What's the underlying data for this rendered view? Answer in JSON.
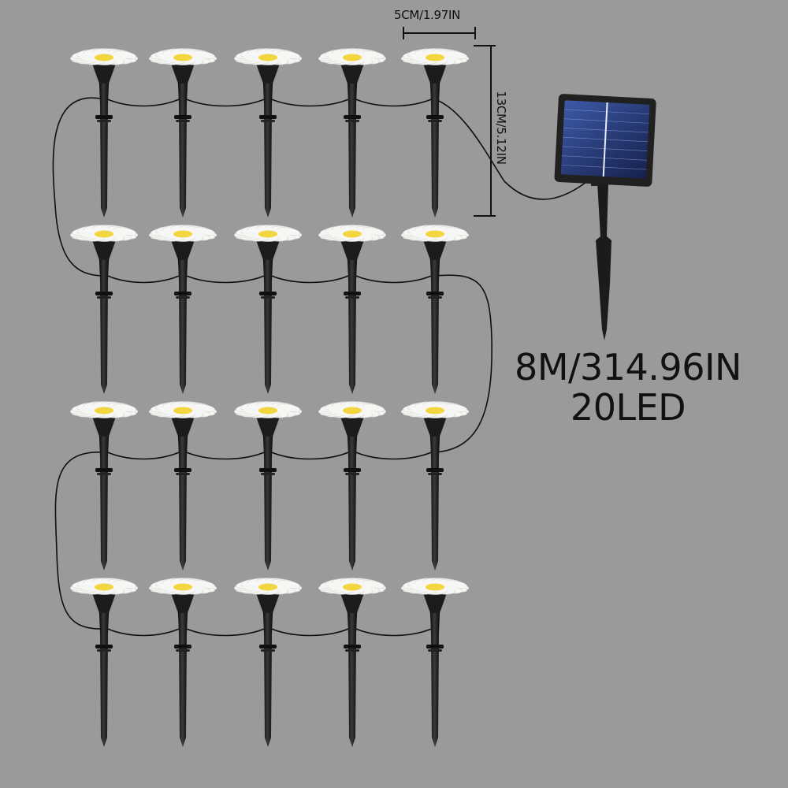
{
  "product": {
    "width_label": "5CM/1.97IN",
    "height_label": "13CM/5.12IN",
    "length_label": "8M/314.96IN",
    "count_label": "20LED",
    "light_count": 20,
    "rows": 4,
    "columns": 5
  },
  "colors": {
    "background": "#9a9a9a",
    "petal": "#f6f6f4",
    "center": "#f2d640",
    "stake": "#1c1c1c",
    "wire": "#101010",
    "solar_cell": "#2b3c73"
  },
  "icons": [
    "daisy-stake-light-icon",
    "solar-panel-icon"
  ]
}
